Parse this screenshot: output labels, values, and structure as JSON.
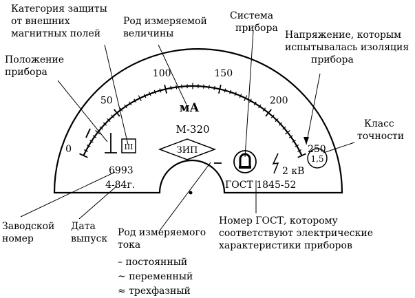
{
  "callouts": {
    "protection_category": [
      "Категория защиты",
      "от внешних",
      "магнитных полей"
    ],
    "measured_quantity": [
      "Род измеряемой",
      "величины"
    ],
    "device_system": [
      "Система",
      "прибора"
    ],
    "insulation_voltage": [
      "Напряжение, которым",
      "испытывалась изоляция",
      "прибора"
    ],
    "device_position": [
      "Положение",
      "прибора"
    ],
    "accuracy_class": [
      "Класс",
      "точности"
    ],
    "serial_number": [
      "Заводской",
      "номер"
    ],
    "release_date": [
      "Дата",
      "выпуск"
    ],
    "current_type": [
      "Род измеряемого",
      "тока"
    ],
    "gost_note": [
      "Номер ГОСТ, которому",
      "соответствуют электрические",
      "характеристики приборов"
    ]
  },
  "current_types": [
    {
      "symbol": "–",
      "label": "постоянный"
    },
    {
      "symbol": "~",
      "label": "переменный"
    },
    {
      "symbol": "≈",
      "label": "трехфазный"
    }
  ],
  "scale": {
    "min": 0,
    "max": 250,
    "major_labels": [
      "0",
      "50",
      "100",
      "150",
      "200",
      "250"
    ]
  },
  "dial": {
    "unit": "мА",
    "model": "М-320",
    "zip_label": "ЗИП",
    "category_mark": "III",
    "test_voltage": "2 кВ",
    "accuracy": "1,5",
    "serial": "6993",
    "date": "4-84г.",
    "gost": "ГОСТ 1845-52"
  }
}
